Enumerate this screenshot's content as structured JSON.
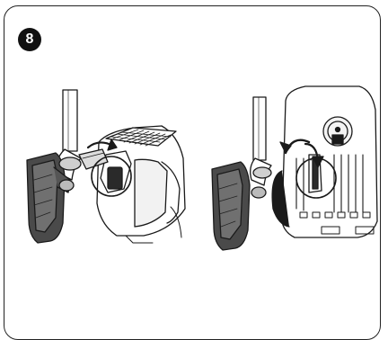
{
  "step": {
    "number": "8"
  },
  "illustrations": [
    {
      "name": "left-illustration",
      "icon": "vacuum-hose-attach"
    },
    {
      "name": "right-illustration",
      "icon": "vacuum-hose-lock-rotate"
    }
  ],
  "colors": {
    "stroke": "#1a1a1a",
    "fill_dark": "#3a3a3a",
    "fill_mid": "#8a8a8a",
    "paper": "#ffffff"
  }
}
